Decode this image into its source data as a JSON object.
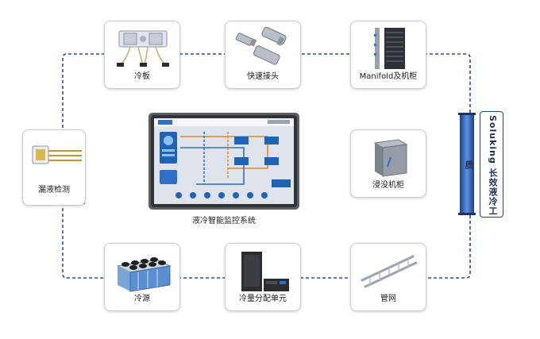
{
  "diagram": {
    "nodes": [
      {
        "id": "cold-plate",
        "label": "冷板"
      },
      {
        "id": "quick-connector",
        "label": "快速接头"
      },
      {
        "id": "manifold-cabinet",
        "label": "Manifold及机柜"
      },
      {
        "id": "leak-detection",
        "label": "漏液检测"
      },
      {
        "id": "immersion-cabinet",
        "label": "浸没机柜"
      },
      {
        "id": "cold-source",
        "label": "冷源"
      },
      {
        "id": "cdu",
        "label": "冷量分配单元"
      },
      {
        "id": "pipe-network",
        "label": "管网"
      }
    ],
    "center": {
      "label": "液冷智能监控系统"
    },
    "brand": {
      "text": "Soluking 长效液冷工质"
    }
  },
  "colors": {
    "dashed_line": "#2b4f8f",
    "accent_blue": "#2f6fc8",
    "card_border": "#c9cdd3",
    "screen_bg": "#dfe4ec"
  }
}
